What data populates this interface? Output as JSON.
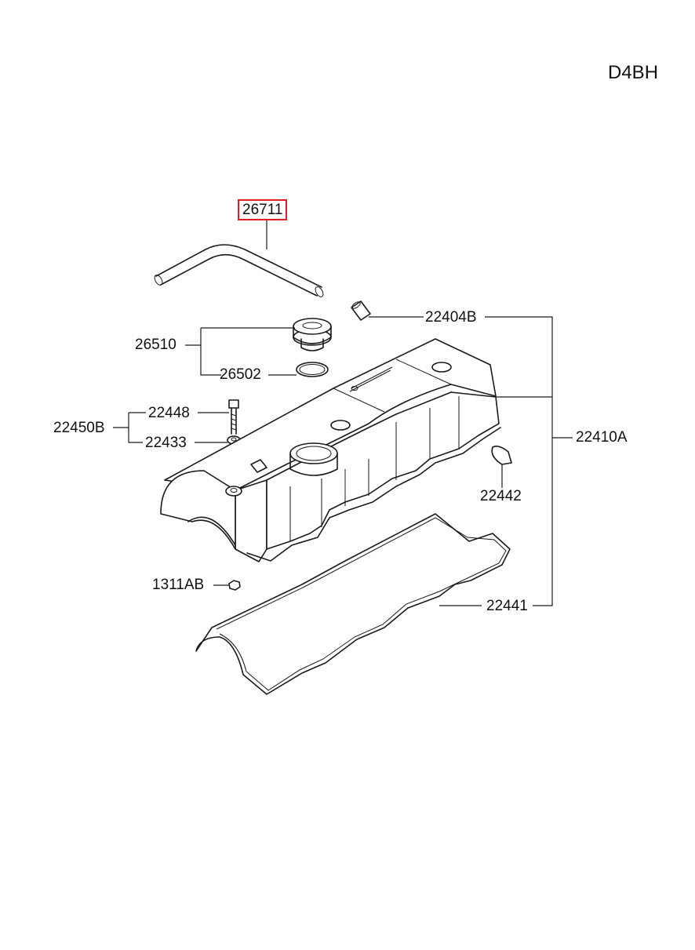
{
  "diagram": {
    "engine_code": "D4BH",
    "highlight_color": "#e02020",
    "highlighted_part": "26711",
    "parts": [
      {
        "number": "26711",
        "part_icon": "breather-hose-icon"
      },
      {
        "number": "22404B",
        "part_icon": "dowel-pin-icon"
      },
      {
        "number": "26510",
        "part_icon": "oil-filler-cap-assembly-icon"
      },
      {
        "number": "26502",
        "part_icon": "o-ring-icon"
      },
      {
        "number": "22448",
        "part_icon": "bolt-icon"
      },
      {
        "number": "22450B",
        "part_icon": "bolt-assembly-icon"
      },
      {
        "number": "22433",
        "part_icon": "washer-icon"
      },
      {
        "number": "22410A",
        "part_icon": "rocker-cover-assembly-icon"
      },
      {
        "number": "22442",
        "part_icon": "semicircular-plug-icon"
      },
      {
        "number": "1311AB",
        "part_icon": "nut-icon"
      },
      {
        "number": "22441",
        "part_icon": "cover-gasket-icon"
      }
    ]
  }
}
